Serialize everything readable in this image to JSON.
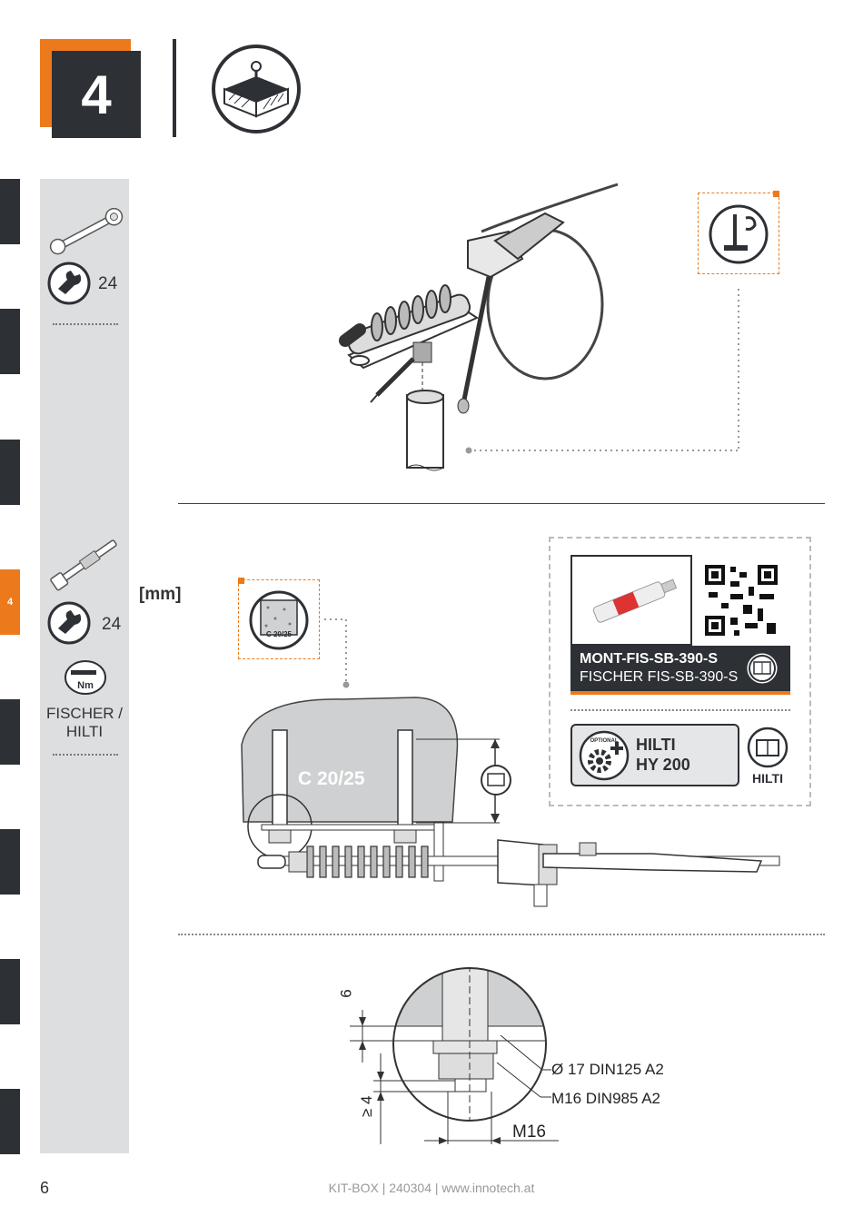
{
  "step": {
    "number": "4"
  },
  "edge_tabs": {
    "active_label": "4"
  },
  "sidebar": {
    "tool1_size": "24",
    "tool2_size": "24",
    "torque_label": "Nm",
    "brand_line1": "FISCHER /",
    "brand_line2": "HILTI"
  },
  "main": {
    "unit_label": "[mm]",
    "concrete_badge": "C 20/25",
    "concrete_label": "C 20/25",
    "product": {
      "name_line1": "MONT-FIS-SB-390-S",
      "name_line2": "FISCHER FIS-SB-390-S"
    },
    "optional": {
      "badge_text": "OPTIONAL",
      "brand_line1": "HILTI",
      "brand_line2": "HY 200",
      "manual_label": "HILTI"
    },
    "detail": {
      "dim_top": "6",
      "dim_bottom": "≥ 4",
      "washer_label": "Ø 17 DIN125 A2",
      "nut_label": "M16 DIN985 A2",
      "thread_label": "M16"
    }
  },
  "footer": {
    "page_number": "6",
    "text": "KIT-BOX | 240304 | www.innotech.at"
  },
  "colors": {
    "accent": "#ec7a1c",
    "dark": "#2d3035",
    "sidebar": "#dcdee0"
  }
}
